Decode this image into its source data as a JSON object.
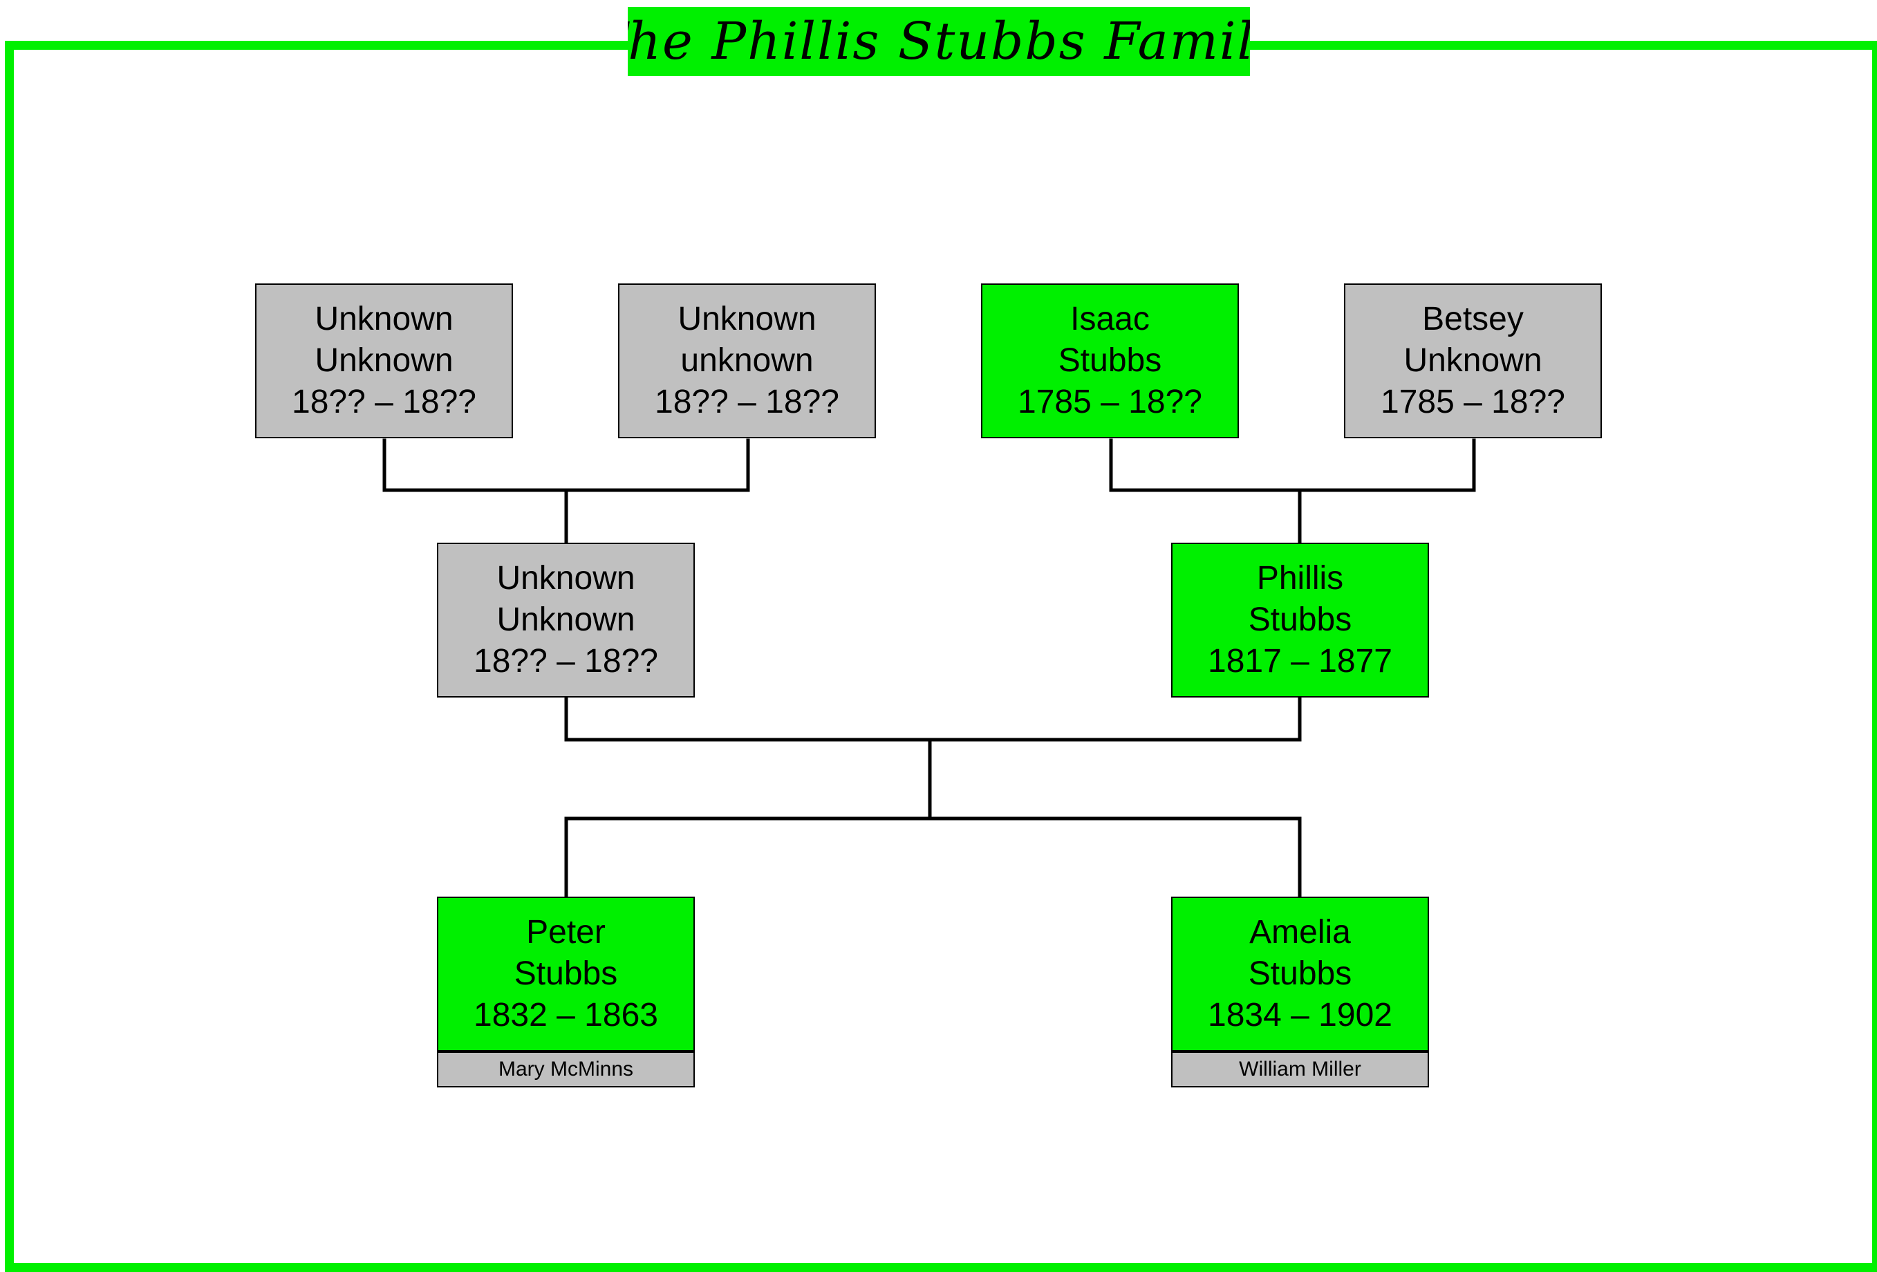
{
  "title": "The Phillis Stubbs Family",
  "colors": {
    "highlight": "#00f000",
    "unknown": "#c0c0c0",
    "border": "#000000",
    "line": "#000000"
  },
  "people": {
    "gp_unknown_1": {
      "first": "Unknown",
      "last": "Unknown",
      "dates": "18?? – 18??",
      "status": "unknown"
    },
    "gp_unknown_2": {
      "first": "Unknown",
      "last": "unknown",
      "dates": "18?? – 18??",
      "status": "unknown"
    },
    "gp_isaac": {
      "first": "Isaac",
      "last": "Stubbs",
      "dates": "1785 – 18??",
      "status": "highlight"
    },
    "gp_betsey": {
      "first": "Betsey",
      "last": "Unknown",
      "dates": "1785 – 18??",
      "status": "unknown"
    },
    "parent_unknown": {
      "first": "Unknown",
      "last": "Unknown",
      "dates": "18?? – 18??",
      "status": "unknown"
    },
    "parent_phillis": {
      "first": "Phillis",
      "last": "Stubbs",
      "dates": "1817 – 1877",
      "status": "highlight"
    },
    "child_peter": {
      "first": "Peter",
      "last": "Stubbs",
      "dates": "1832 – 1863",
      "status": "highlight",
      "spouse": "Mary McMinns"
    },
    "child_amelia": {
      "first": "Amelia",
      "last": "Stubbs",
      "dates": "1834 – 1902",
      "status": "highlight",
      "spouse": "William Miller"
    }
  }
}
